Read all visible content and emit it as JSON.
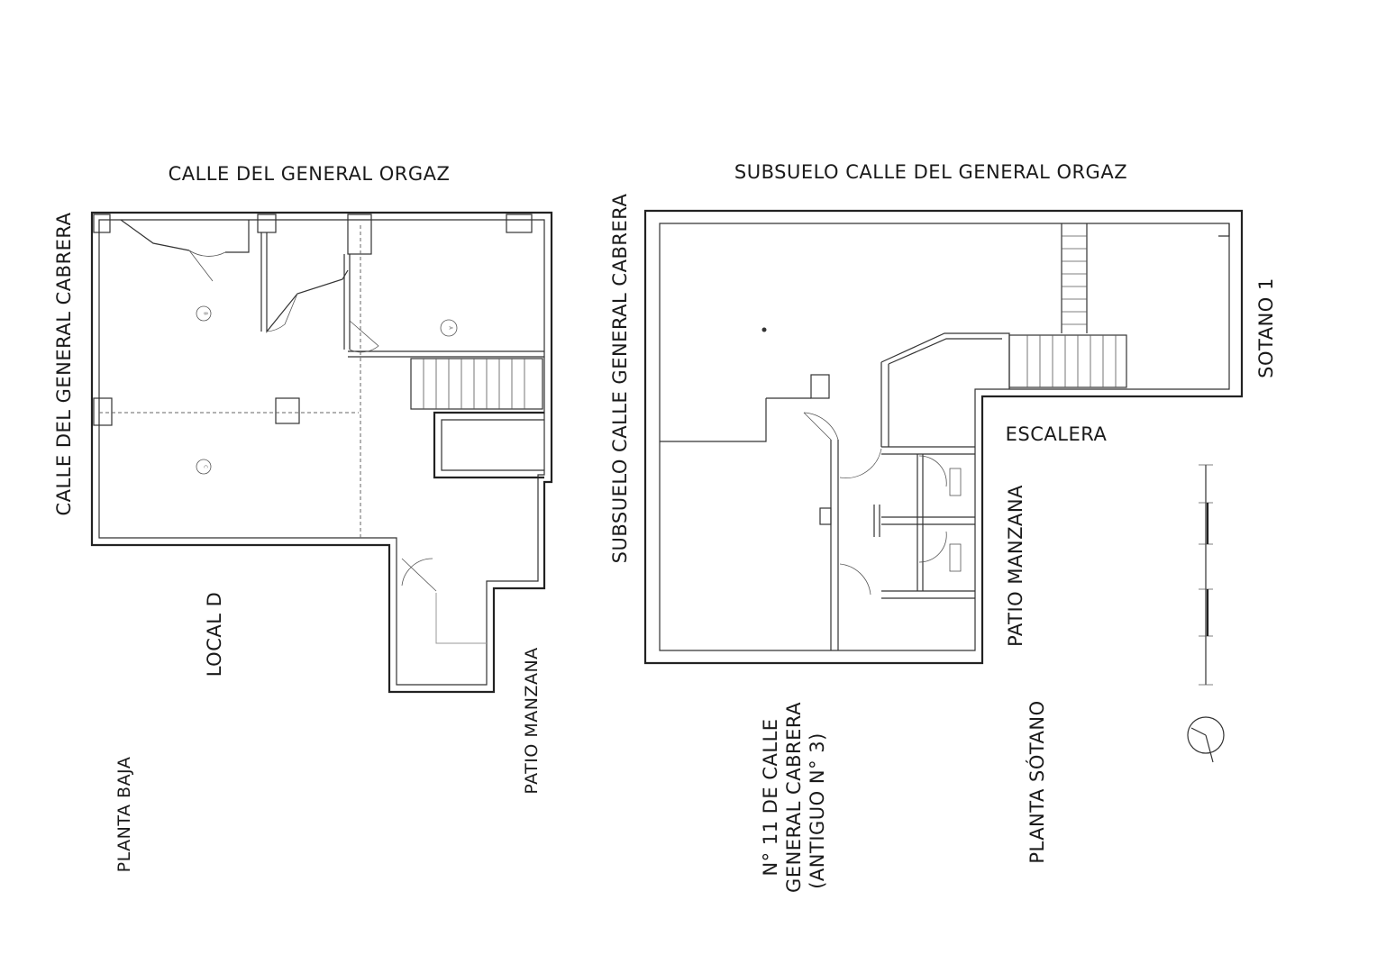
{
  "labels": {
    "street_top_left": "CALLE DEL GENERAL ORGAZ",
    "street_left_vertical": "CALLE DEL GENERAL CABRERA",
    "street_top_right": "SUBSUELO CALLE DEL GENERAL ORGAZ",
    "street_mid_vertical": "SUBSUELO CALLE GENERAL CABRERA",
    "local": "LOCAL D",
    "patio_left": "PATIO MANZANA",
    "planta_baja": "PLANTA BAJA",
    "sotano_1": "SOTANO 1",
    "escalera": "ESCALERA",
    "patio_right": "PATIO MANZANA",
    "address_line1": "N° 11 DE CALLE",
    "address_line2": "GENERAL CABRERA",
    "address_line3": "(ANTIGUO N° 3)",
    "planta_sotano": "PLANTA SÓTANO"
  },
  "room_markers": {
    "a": "A",
    "b": "B",
    "c": "C"
  },
  "colors": {
    "line": "#222222",
    "background": "#ffffff"
  }
}
